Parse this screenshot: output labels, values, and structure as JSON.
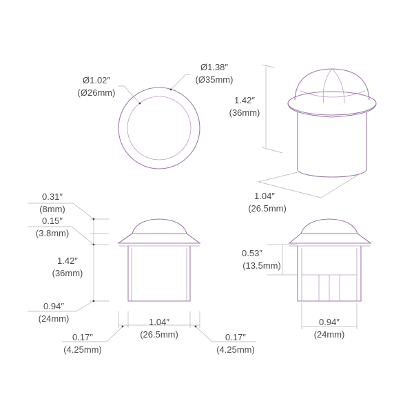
{
  "top_view": {
    "inner_diameter": "Ø1.02″",
    "inner_diameter_mm": "(Ø26mm)",
    "outer_diameter": "Ø1.38″",
    "outer_diameter_mm": "(Ø35mm)"
  },
  "iso_view": {
    "height": "1.42″",
    "height_mm": "(36mm)",
    "width": "1.04″",
    "width_mm": "(26.5mm)"
  },
  "front_view": {
    "dome_height": "0.31″",
    "dome_height_mm": "(8mm)",
    "flange_height": "0.15″",
    "flange_height_mm": "(3.8mm)",
    "total_height": "1.42″",
    "total_height_mm": "(36mm)",
    "body_diameter": "0.94″",
    "body_diameter_mm": "(24mm)",
    "width": "1.04″",
    "width_mm": "(26.5mm)",
    "left_flange": "0.17″",
    "left_flange_mm": "(4.25mm)",
    "right_flange": "0.17″",
    "right_flange_mm": "(4.25mm)"
  },
  "section_view": {
    "window_height": "0.53″",
    "window_height_mm": "(13.5mm)",
    "body_width": "0.94″",
    "body_width_mm": "(24mm)"
  },
  "colors": {
    "outline": "#9c7aa6",
    "dimension": "#b0b0b0",
    "text": "#4a4a4a"
  }
}
